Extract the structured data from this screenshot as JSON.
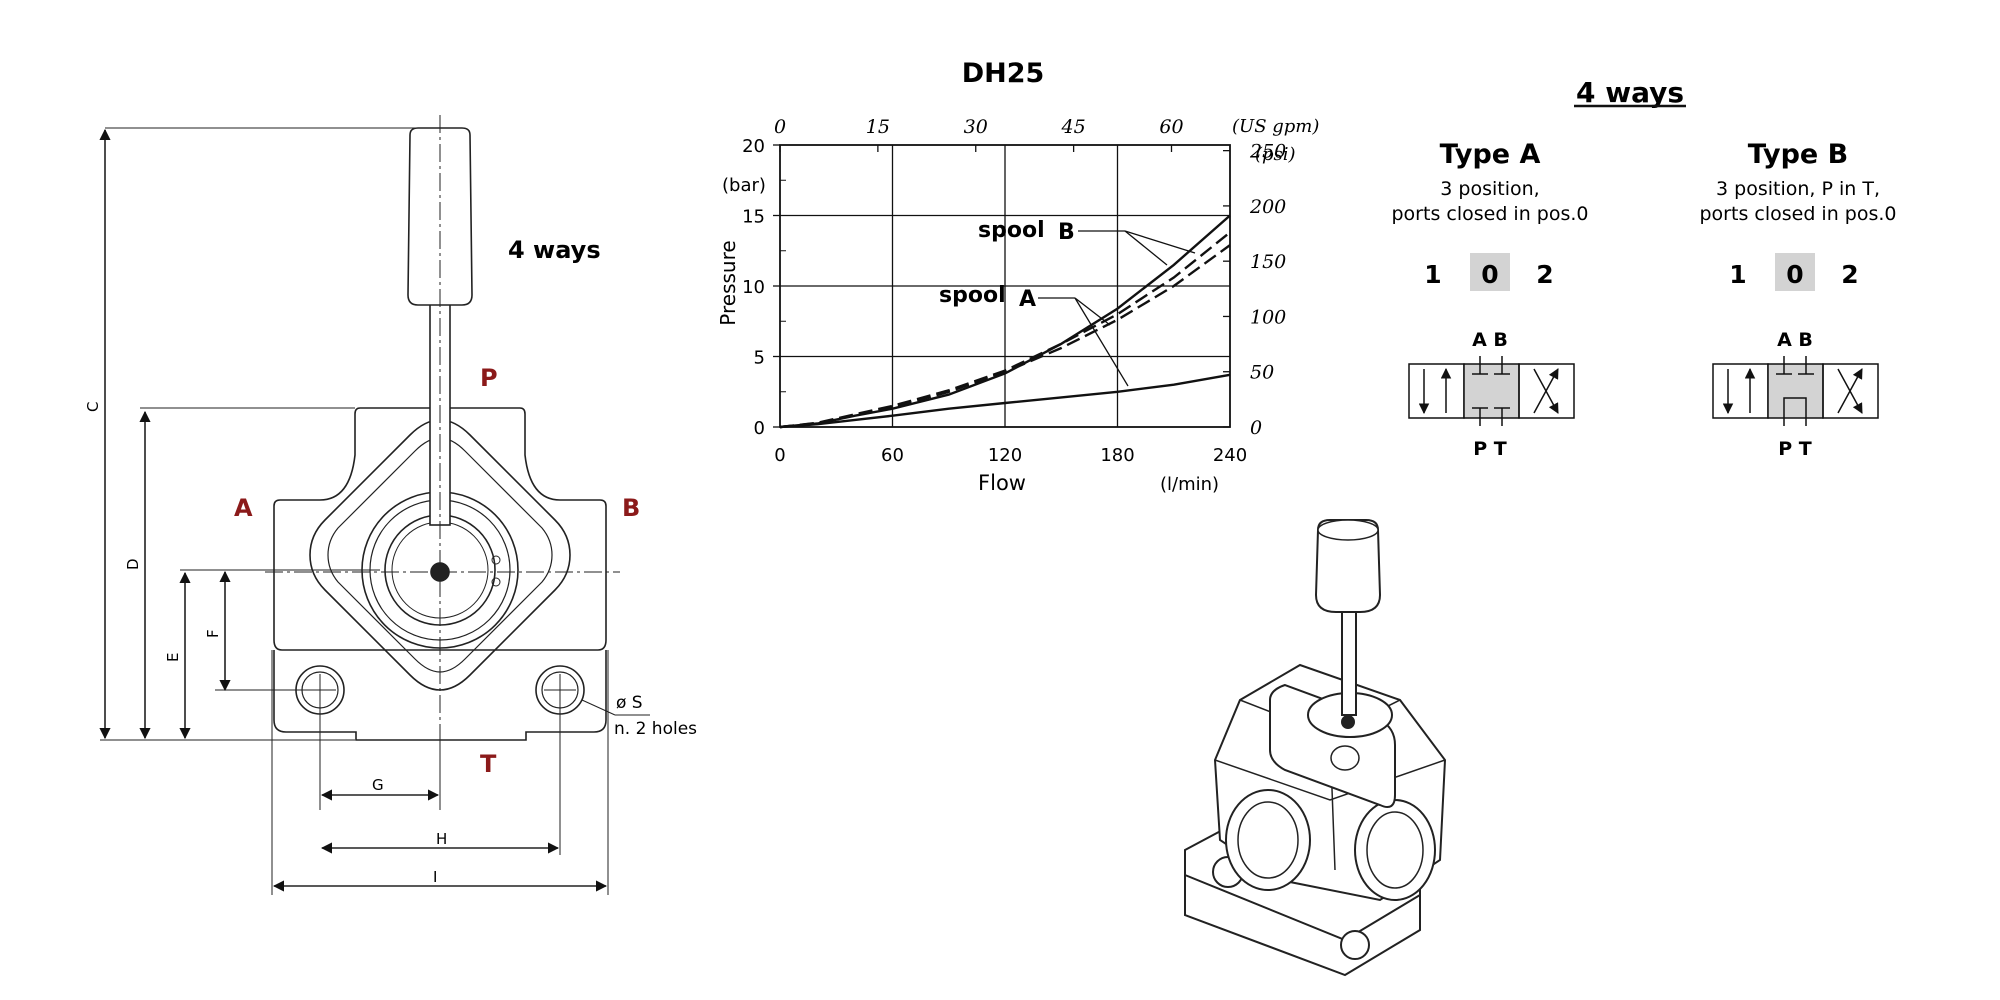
{
  "drawing": {
    "label_4ways": "4 ways",
    "ports": {
      "P": "P",
      "A": "A",
      "B": "B",
      "T": "T"
    },
    "dims": {
      "C": "C",
      "D": "D",
      "E": "E",
      "F": "F",
      "G": "G",
      "H": "H",
      "I": "I"
    },
    "hole_label": "ø S",
    "holes_text": "n. 2 holes",
    "port_color": "#8b1a1a"
  },
  "chart_data": {
    "type": "line",
    "title": "DH25",
    "xlabel": "Flow",
    "xunit": "(l/min)",
    "ylabel": "Pressure",
    "yunit": "(bar)",
    "x_ticks": [
      0,
      60,
      120,
      180,
      240
    ],
    "y_ticks": [
      0,
      5,
      10,
      15,
      20
    ],
    "xlim": [
      0,
      240
    ],
    "ylim": [
      0,
      20
    ],
    "top_ticks": [
      "0",
      "15",
      "30",
      "45",
      "60"
    ],
    "top_unit": "(US gpm)",
    "right_ticks": [
      "0",
      "50",
      "100",
      "150",
      "200",
      "250"
    ],
    "right_unit": "(psi)",
    "grid": true,
    "annotations": [
      {
        "text": "spool",
        "letter": "B"
      },
      {
        "text": "spool",
        "letter": "A"
      }
    ],
    "series": [
      {
        "style": "solid",
        "x": [
          0,
          20,
          40,
          60,
          90,
          120,
          150,
          180,
          210,
          240
        ],
        "y": [
          0,
          0.25,
          0.8,
          1.3,
          2.3,
          3.8,
          5.9,
          8.4,
          11.5,
          15
        ]
      },
      {
        "style": "dashed",
        "x": [
          0,
          20,
          40,
          60,
          90,
          120,
          150,
          180,
          210,
          240
        ],
        "y": [
          0,
          0.3,
          0.9,
          1.5,
          2.6,
          4.0,
          5.9,
          8.0,
          10.6,
          13.8
        ]
      },
      {
        "style": "dashed",
        "x": [
          0,
          20,
          40,
          60,
          90,
          120,
          150,
          180,
          210,
          240
        ],
        "y": [
          0,
          0.28,
          0.85,
          1.4,
          2.5,
          3.9,
          5.6,
          7.6,
          10.0,
          12.9
        ]
      },
      {
        "style": "solid",
        "x": [
          0,
          20,
          40,
          60,
          90,
          120,
          150,
          180,
          210,
          240
        ],
        "y": [
          0,
          0.2,
          0.5,
          0.8,
          1.3,
          1.7,
          2.1,
          2.5,
          3.0,
          3.7
        ]
      }
    ]
  },
  "symbols": {
    "heading": "4 ways",
    "type_a": {
      "title": "Type A",
      "desc1": "3 position,",
      "desc2": "ports closed in pos.0",
      "pos_left": "1",
      "pos_mid": "0",
      "pos_right": "2",
      "top_ports": "A B",
      "bottom_ports": "P T"
    },
    "type_b": {
      "title": "Type B",
      "desc1": "3 position, P in T,",
      "desc2": "ports closed in pos.0",
      "pos_left": "1",
      "pos_mid": "0",
      "pos_right": "2",
      "top_ports": "A B",
      "bottom_ports": "P T"
    },
    "highlight_color": "#d3d3d3"
  }
}
